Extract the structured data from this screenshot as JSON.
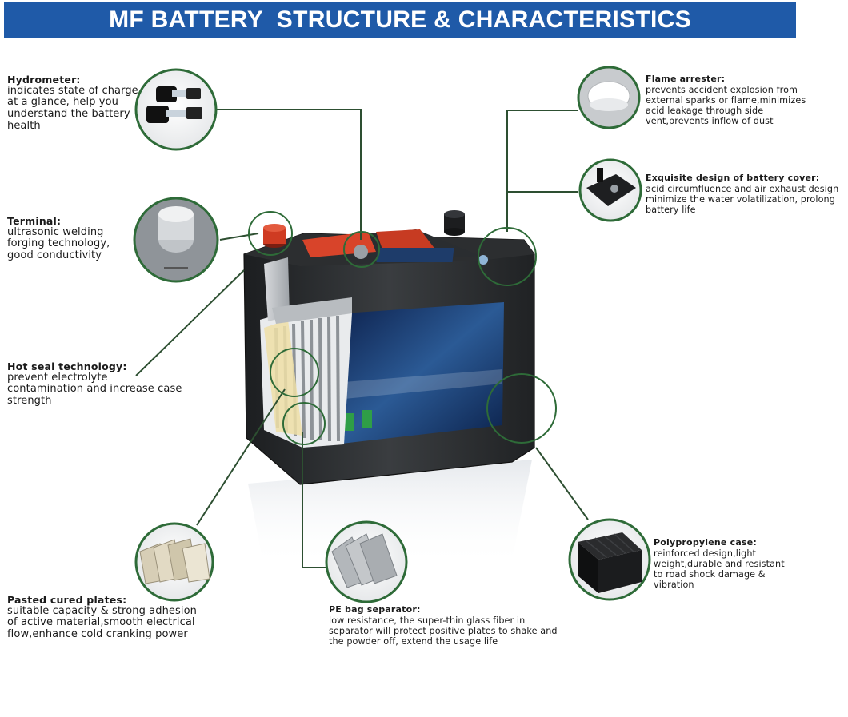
{
  "title": "MF BATTERY  STRUCTURE & CHARACTERISTICS",
  "colors": {
    "banner": "#1f5aa8",
    "leader_line": "#2d4f31",
    "circle_border": "#2e6b38"
  },
  "features": [
    {
      "id": "hydrometer",
      "title": "Hydrometer:",
      "desc": "indicates state of charge\nat a glance,  help you\nunderstand the battery\nhealth"
    },
    {
      "id": "terminal",
      "title": "Terminal:",
      "desc": "ultrasonic welding\nforging technology,\ngood conductivity"
    },
    {
      "id": "hot-seal",
      "title": "Hot seal technology:",
      "desc": "prevent electrolyte\ncontamination and increase case\nstrength"
    },
    {
      "id": "pasted-plates",
      "title": "Pasted cured plates:",
      "desc": "suitable capacity & strong adhesion\nof active material,smooth electrical\nflow,enhance cold cranking power"
    },
    {
      "id": "pe-separator",
      "title": "PE bag separator:",
      "desc": "low resistance, the super-thin glass fiber in\nseparator will protect positive plates to shake and\nthe powder off, extend the usage life"
    },
    {
      "id": "polypropylene-case",
      "title": "Polypropylene case:",
      "desc": "reinforced design,light\nweight,durable and resistant\nto road shock damage &\nvibration"
    },
    {
      "id": "battery-cover",
      "title": "Exquisite design of  battery cover:",
      "desc": "acid circumfluence and air exhaust design\nminimize the water volatilization, prolong\nbattery life"
    },
    {
      "id": "flame-arrester",
      "title": "Flame arrester:",
      "desc": "prevents accident explosion from\nexternal sparks or flame,minimizes\nacid leakage through side\nvent,prevents inflow of dust"
    }
  ]
}
